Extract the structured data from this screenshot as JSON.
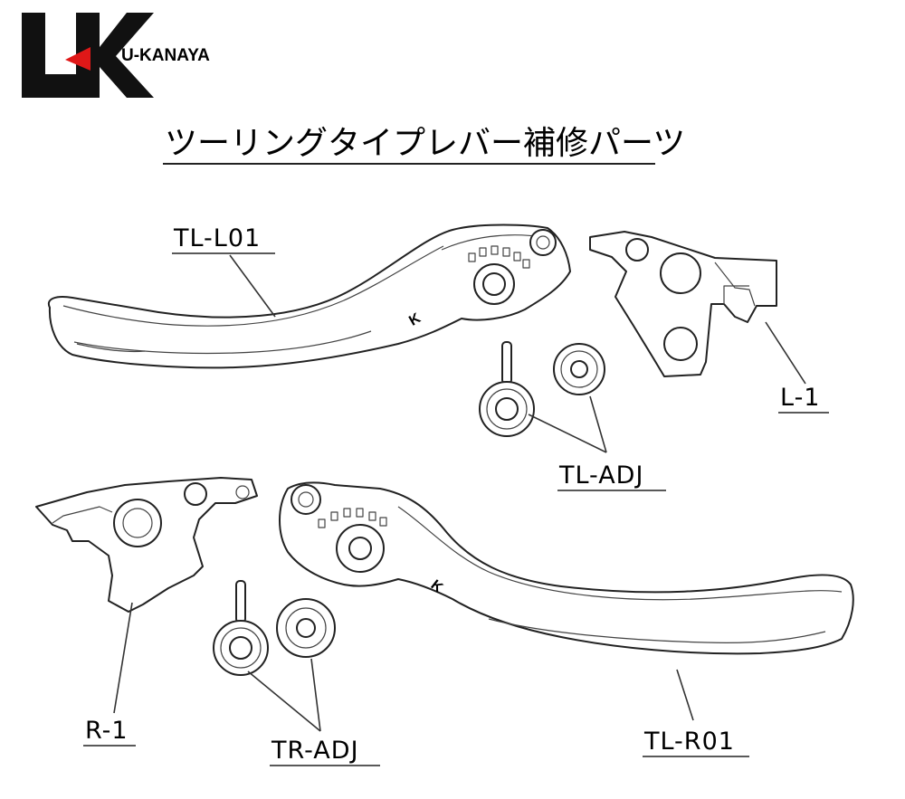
{
  "brand": {
    "logo_letters": "UK",
    "name": "U-KANAYA",
    "colors": {
      "logo_black": "#111111",
      "logo_red": "#e01818"
    }
  },
  "title": "ツーリングタイプレバー補修パーツ",
  "parts": {
    "tl_l01": "TL-L01",
    "l_1": "L-1",
    "tl_adj": "TL-ADJ",
    "r_1": "R-1",
    "tr_adj": "TR-ADJ",
    "tl_r01": "TL-R01"
  },
  "lever_mark": "K"
}
